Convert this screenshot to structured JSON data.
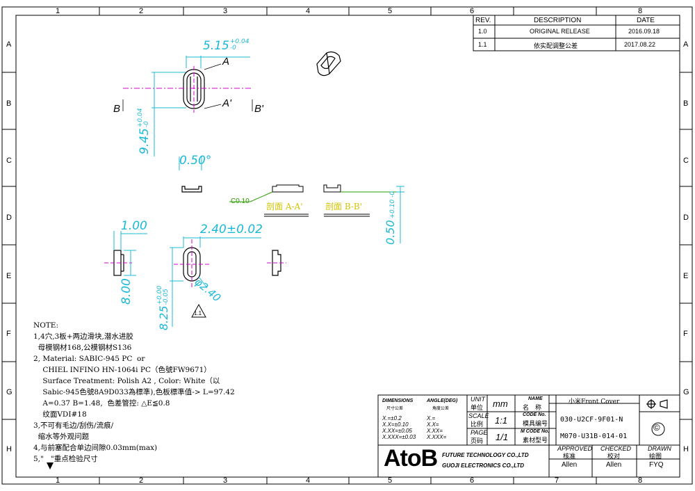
{
  "border": {
    "cols": [
      "1",
      "2",
      "3",
      "4",
      "5",
      "6",
      "7",
      "8"
    ],
    "rows": [
      "A",
      "B",
      "C",
      "D",
      "E",
      "F",
      "G",
      "H"
    ]
  },
  "revision": {
    "headers": {
      "rev": "REV.",
      "desc": "DESCRIPTION",
      "date": "DATE"
    },
    "rows": [
      {
        "rev": "1.0",
        "desc": "ORIGINAL RELEASE",
        "date": "2016.09.18"
      },
      {
        "rev": "1.1",
        "desc": "依实配调整公差",
        "date": "2017.08.22"
      }
    ]
  },
  "drawing": {
    "dims": {
      "w515": "5.15",
      "w515_tol_upper": "+0.04",
      "w515_tol_lower": "-0",
      "h945": "9.45",
      "h945_tol_upper": "+0.04",
      "h945_tol_lower": "-0",
      "d050": "0.50°",
      "d100": "1.00",
      "d240": "2.40±0.02",
      "d800": "8.00",
      "d825": "8.25",
      "d825_tol_upper": "+0.00",
      "d825_tol_lower": "-0.05",
      "phi240": "φ2.40",
      "d050b": "0.50",
      "d050b_tol": "+0.10 -0"
    },
    "labels": {
      "A": "A",
      "A_prime": "A'",
      "B": "B",
      "B_prime": "B'",
      "c010": "C0.10",
      "section_aa": "剖面 A-A'",
      "section_bb": "剖面 B-B'",
      "rev_flag": "1.1"
    }
  },
  "notes": {
    "title": "NOTE:",
    "lines": [
      "1,4穴,3板+两边滑块,潜水进胶",
      "  母模钢材168,公模钢材S136",
      "2, Material: SABIC-945 PC  or",
      "    CHIEL INFINO HN-1064i PC（色號FW9671）",
      "    Surface Treatment: Polish A2 , Color: White（以",
      "    Sabic-945色號8A9D033為標準),色板標準值-> L=97.42",
      "    A=0.37 B=1.48,  色差管控: △E≦0.8",
      "    纹面VDI#18",
      "3,不可有毛边/刮伤/流痕/",
      "  缩水等外观问题",
      "4,与前塞配合单边间隙0.03mm(max)",
      "5,\"   \"重点检验尺寸"
    ]
  },
  "title_block": {
    "dimensions_en": "DIMENSIONS",
    "dimensions_cn": "尺寸公差",
    "angle_en": "ANGLE(DEG)",
    "angle_cn": "角度公差",
    "tol_lines": [
      "X.=±0.2",
      "X.X=±0.10",
      "X.XX=±0.05",
      "X.XXX=±0.03"
    ],
    "angle_lines": [
      "X.=",
      "X.X=",
      "X.XX=",
      "X.XXX="
    ],
    "unit_en": "UNIT",
    "unit_cn": "单位",
    "unit_val": "mm",
    "scale_en": "SCALE",
    "scale_cn": "比例",
    "scale_val": "1:1",
    "page_en": "PAGE",
    "page_cn": "页码",
    "page_val": "1/1",
    "name_en": "NAME",
    "name_cn": "名　称",
    "name_val": "小米Front Cover",
    "code_en": "CODE No.",
    "code_cn": "模具编号",
    "code_val": "030-U2CF-9F01-N",
    "mcode_en": "M CODE No.",
    "mcode_cn": "素材型号",
    "mcode_val": "M070-U31B-014-01",
    "copyright": "©",
    "logo": "AtoB",
    "company1": "FUTURE TECHNOLOGY CO.,LTD",
    "company2": "GUOJI ELECTRONICS CO.,LTD",
    "approved_en": "APPROVED",
    "approved_cn": "核准",
    "approved_val": "Allen",
    "checked_en": "CHECKED",
    "checked_cn": "校对",
    "checked_val": "Allen",
    "drawn_en": "DRAWN",
    "drawn_cn": "绘图",
    "drawn_val": "FYQ"
  }
}
